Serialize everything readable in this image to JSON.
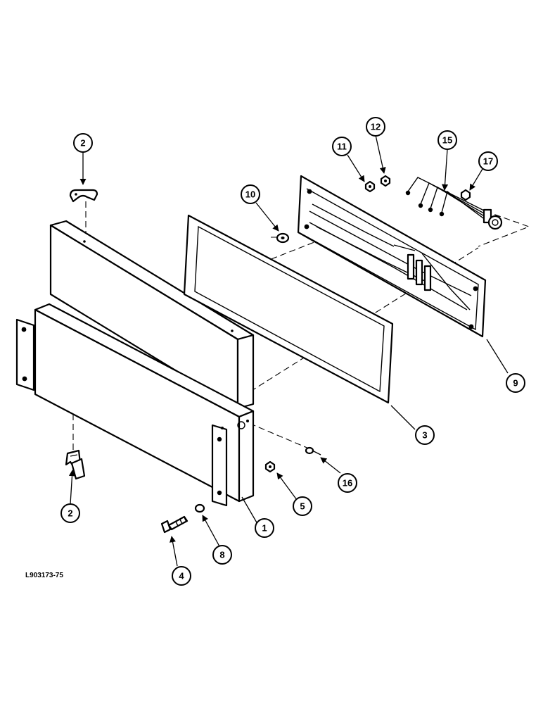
{
  "figure": {
    "reference_code": "L903173-75"
  },
  "callouts": [
    {
      "id": "callout-2-top",
      "label": "2"
    },
    {
      "id": "callout-2-bottom",
      "label": "2"
    },
    {
      "id": "callout-1",
      "label": "1"
    },
    {
      "id": "callout-3",
      "label": "3"
    },
    {
      "id": "callout-4",
      "label": "4"
    },
    {
      "id": "callout-5",
      "label": "5"
    },
    {
      "id": "callout-8",
      "label": "8"
    },
    {
      "id": "callout-9",
      "label": "9"
    },
    {
      "id": "callout-10",
      "label": "10"
    },
    {
      "id": "callout-11",
      "label": "11"
    },
    {
      "id": "callout-12",
      "label": "12"
    },
    {
      "id": "callout-15",
      "label": "15"
    },
    {
      "id": "callout-16",
      "label": "16"
    },
    {
      "id": "callout-17",
      "label": "17"
    }
  ]
}
